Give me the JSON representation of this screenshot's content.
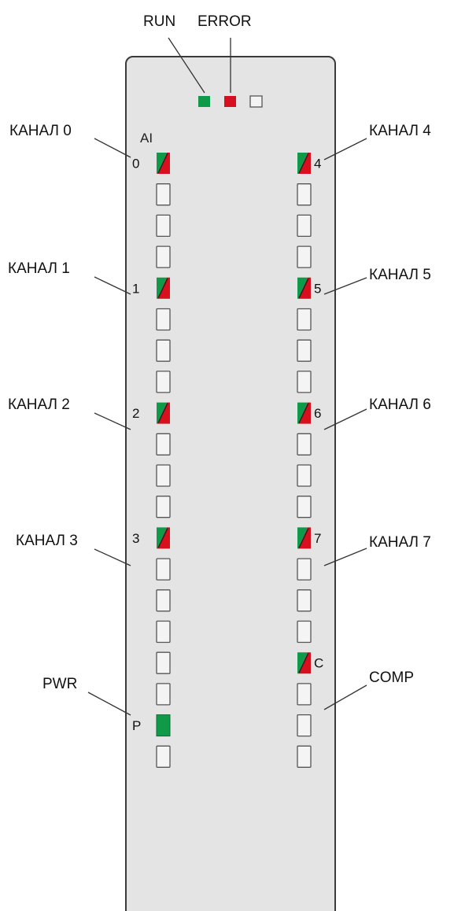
{
  "module": {
    "status_leds": [
      {
        "id": "run",
        "label": "RUN",
        "color": "green"
      },
      {
        "id": "error",
        "label": "ERROR",
        "color": "red"
      },
      {
        "id": "spare",
        "label": "",
        "color": "off"
      }
    ],
    "group_label": "AI",
    "left_column": [
      {
        "label": "0",
        "state": "channel",
        "callout": "КАНАЛ 0"
      },
      {
        "label": "",
        "state": "off"
      },
      {
        "label": "",
        "state": "off"
      },
      {
        "label": "",
        "state": "off"
      },
      {
        "label": "1",
        "state": "channel",
        "callout": "КАНАЛ 1"
      },
      {
        "label": "",
        "state": "off"
      },
      {
        "label": "",
        "state": "off"
      },
      {
        "label": "",
        "state": "off"
      },
      {
        "label": "2",
        "state": "channel",
        "callout": "КАНАЛ 2"
      },
      {
        "label": "",
        "state": "off"
      },
      {
        "label": "",
        "state": "off"
      },
      {
        "label": "",
        "state": "off"
      },
      {
        "label": "3",
        "state": "channel",
        "callout": "КАНАЛ 3"
      },
      {
        "label": "",
        "state": "off"
      },
      {
        "label": "",
        "state": "off"
      },
      {
        "label": "",
        "state": "off"
      },
      {
        "label": "",
        "state": "off"
      },
      {
        "label": "",
        "state": "off"
      },
      {
        "label": "P",
        "state": "green",
        "callout": "PWR"
      },
      {
        "label": "",
        "state": "off"
      }
    ],
    "right_column": [
      {
        "label": "4",
        "state": "channel",
        "callout": "КАНАЛ 4"
      },
      {
        "label": "",
        "state": "off"
      },
      {
        "label": "",
        "state": "off"
      },
      {
        "label": "",
        "state": "off"
      },
      {
        "label": "5",
        "state": "channel",
        "callout": "КАНАЛ 5"
      },
      {
        "label": "",
        "state": "off"
      },
      {
        "label": "",
        "state": "off"
      },
      {
        "label": "",
        "state": "off"
      },
      {
        "label": "6",
        "state": "channel",
        "callout": "КАНАЛ 6"
      },
      {
        "label": "",
        "state": "off"
      },
      {
        "label": "",
        "state": "off"
      },
      {
        "label": "",
        "state": "off"
      },
      {
        "label": "7",
        "state": "channel",
        "callout": "КАНАЛ 7"
      },
      {
        "label": "",
        "state": "off"
      },
      {
        "label": "",
        "state": "off"
      },
      {
        "label": "",
        "state": "off"
      },
      {
        "label": "C",
        "state": "channel",
        "callout": "COMP"
      },
      {
        "label": "",
        "state": "off"
      },
      {
        "label": "",
        "state": "off"
      },
      {
        "label": "",
        "state": "off"
      }
    ]
  },
  "colors": {
    "housing_fill": "#e4e4e4",
    "housing_stroke": "#3a3a3a",
    "led_green": "#0f9a4a",
    "led_red": "#d8101e",
    "led_off_fill": "#f4f4f4",
    "led_off_stroke": "#555555",
    "leader_line": "#333333"
  }
}
